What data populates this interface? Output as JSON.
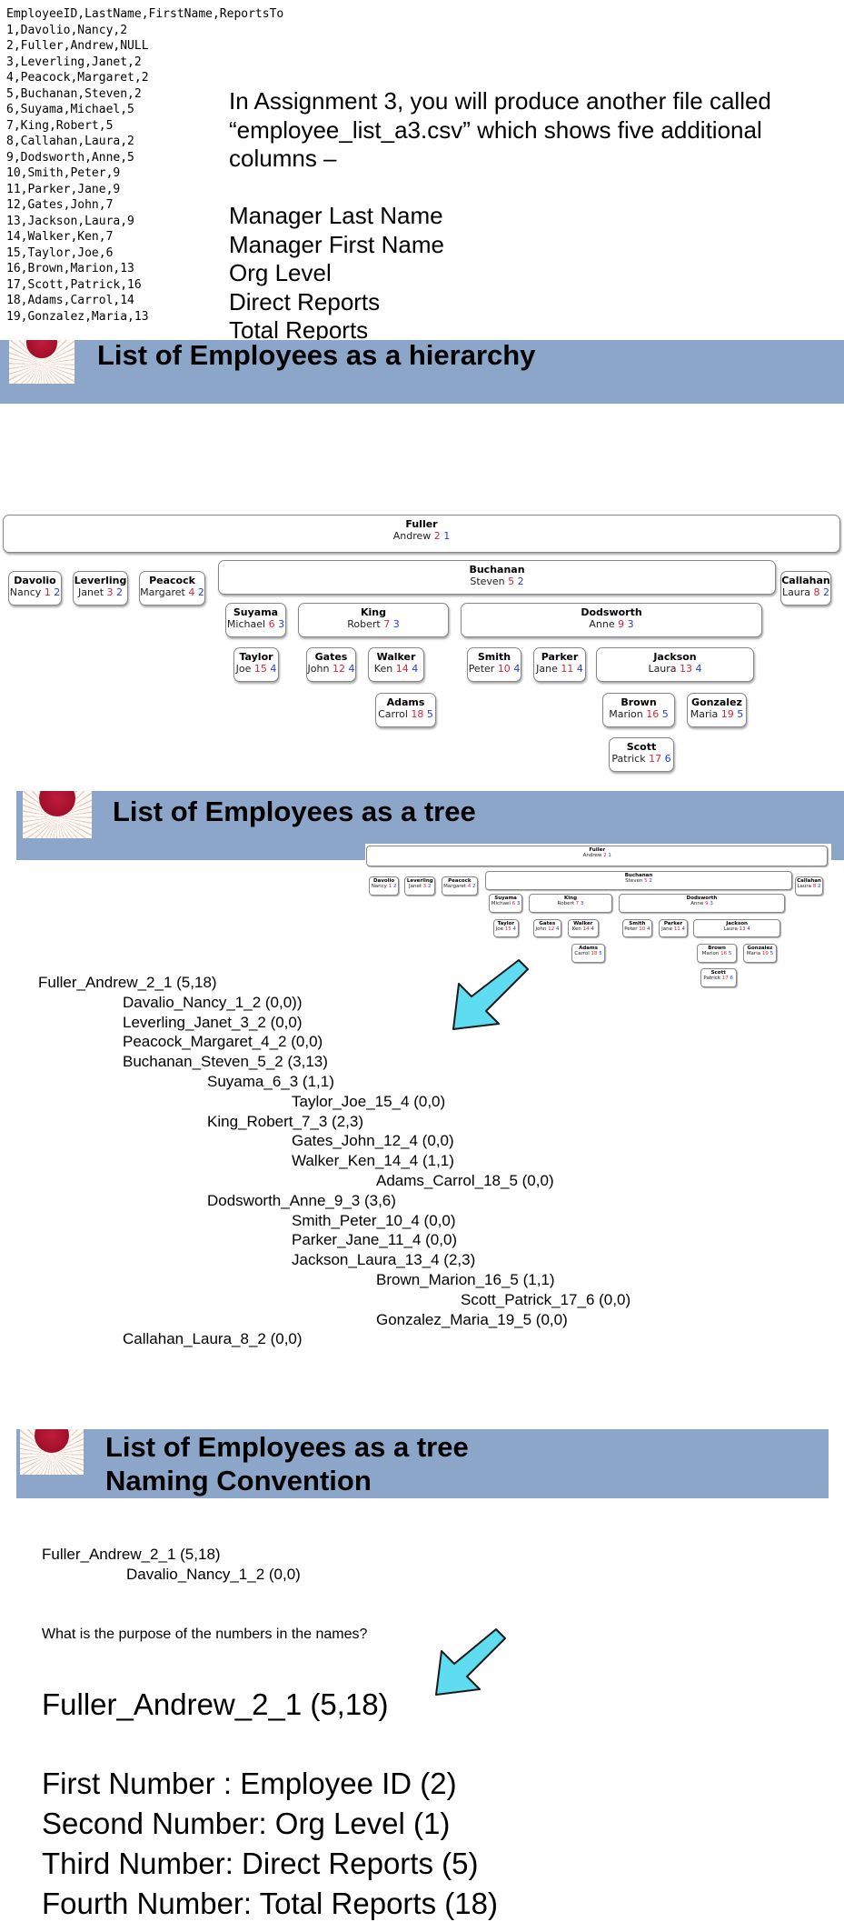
{
  "csv_lines": [
    "EmployeeID,LastName,FirstName,ReportsTo",
    "1,Davolio,Nancy,2",
    "2,Fuller,Andrew,NULL",
    "3,Leverling,Janet,2",
    "4,Peacock,Margaret,2",
    "5,Buchanan,Steven,2",
    "6,Suyama,Michael,5",
    "7,King,Robert,5",
    "8,Callahan,Laura,2",
    "9,Dodsworth,Anne,5",
    "10,Smith,Peter,9",
    "11,Parker,Jane,9",
    "12,Gates,John,7",
    "13,Jackson,Laura,9",
    "14,Walker,Ken,7",
    "15,Taylor,Joe,6",
    "16,Brown,Marion,13",
    "17,Scott,Patrick,16",
    "18,Adams,Carrol,14",
    "19,Gonzalez,Maria,13"
  ],
  "assignment": {
    "intro": [
      "In Assignment 3, you will produce another file called",
      "“employee_list_a3.csv” which shows five additional",
      "columns –"
    ],
    "columns": [
      "Manager Last Name",
      "Manager First Name",
      "Org Level",
      "Direct Reports",
      "Total Reports"
    ]
  },
  "sections": {
    "hierarchy_title": "List of Employees as a hierarchy",
    "tree_title": "List of Employees as a tree",
    "naming_title_1": "List of Employees as a tree",
    "naming_title_2": "Naming Convention"
  },
  "org_nodes": [
    {
      "last": "Fuller",
      "first": "Andrew",
      "id": "2",
      "lvl": "1"
    },
    {
      "last": "Davolio",
      "first": "Nancy",
      "id": "1",
      "lvl": "2"
    },
    {
      "last": "Leverling",
      "first": "Janet",
      "id": "3",
      "lvl": "2"
    },
    {
      "last": "Peacock",
      "first": "Margaret",
      "id": "4",
      "lvl": "2"
    },
    {
      "last": "Buchanan",
      "first": "Steven",
      "id": "5",
      "lvl": "2"
    },
    {
      "last": "Callahan",
      "first": "Laura",
      "id": "8",
      "lvl": "2"
    },
    {
      "last": "Suyama",
      "first": "Michael",
      "id": "6",
      "lvl": "3"
    },
    {
      "last": "King",
      "first": "Robert",
      "id": "7",
      "lvl": "3"
    },
    {
      "last": "Dodsworth",
      "first": "Anne",
      "id": "9",
      "lvl": "3"
    },
    {
      "last": "Taylor",
      "first": "Joe",
      "id": "15",
      "lvl": "4"
    },
    {
      "last": "Gates",
      "first": "John",
      "id": "12",
      "lvl": "4"
    },
    {
      "last": "Walker",
      "first": "Ken",
      "id": "14",
      "lvl": "4"
    },
    {
      "last": "Smith",
      "first": "Peter",
      "id": "10",
      "lvl": "4"
    },
    {
      "last": "Parker",
      "first": "Jane",
      "id": "11",
      "lvl": "4"
    },
    {
      "last": "Jackson",
      "first": "Laura",
      "id": "13",
      "lvl": "4"
    },
    {
      "last": "Adams",
      "first": "Carrol",
      "id": "18",
      "lvl": "5"
    },
    {
      "last": "Brown",
      "first": "Marion",
      "id": "16",
      "lvl": "5"
    },
    {
      "last": "Gonzalez",
      "first": "Maria",
      "id": "19",
      "lvl": "5"
    },
    {
      "last": "Scott",
      "first": "Patrick",
      "id": "17",
      "lvl": "6"
    }
  ],
  "tree_lines": [
    "Fuller_Andrew_2_1 (5,18)",
    "Davalio_Nancy_1_2 (0,0))",
    "Leverling_Janet_3_2  (0,0)",
    "Peacock_Margaret_4_2  (0,0)",
    "Buchanan_Steven_5_2  (3,13)",
    "Suyama_6_3 (1,1)",
    "Taylor_Joe_15_4 (0,0)",
    "King_Robert_7_3 (2,3)",
    "Gates_John_12_4 (0,0)",
    "Walker_Ken_14_4 (1,1)",
    "Adams_Carrol_18_5 (0,0)",
    "Dodsworth_Anne_9_3 (3,6)",
    "Smith_Peter_10_4 (0,0)",
    "Parker_Jane_11_4 (0,0)",
    "Jackson_Laura_13_4 (2,3)",
    "Brown_Marion_16_5 (1,1)",
    "Scott_Patrick_17_6 (0,0)",
    "Gonzalez_Maria_19_5 (0,0)",
    "Callahan_Laura_8_2  (0,0)"
  ],
  "naming": {
    "line1": "Fuller_Andrew_2_1 (5,18)",
    "line2": "Davalio_Nancy_1_2 (0,0)",
    "question": "What is the purpose of the numbers in the names?",
    "example": "Fuller_Andrew_2_1 (5,18)",
    "explanations": [
      "First Number :  Employee ID (2)",
      "Second Number: Org Level (1)",
      "Third Number: Direct Reports (5)",
      "Fourth Number: Total Reports (18)"
    ]
  },
  "colors": {
    "banner": "#8ba6c9",
    "arrow": "#5fdcf0",
    "id_red": "#e0213a",
    "level_blue": "#2438e8"
  }
}
